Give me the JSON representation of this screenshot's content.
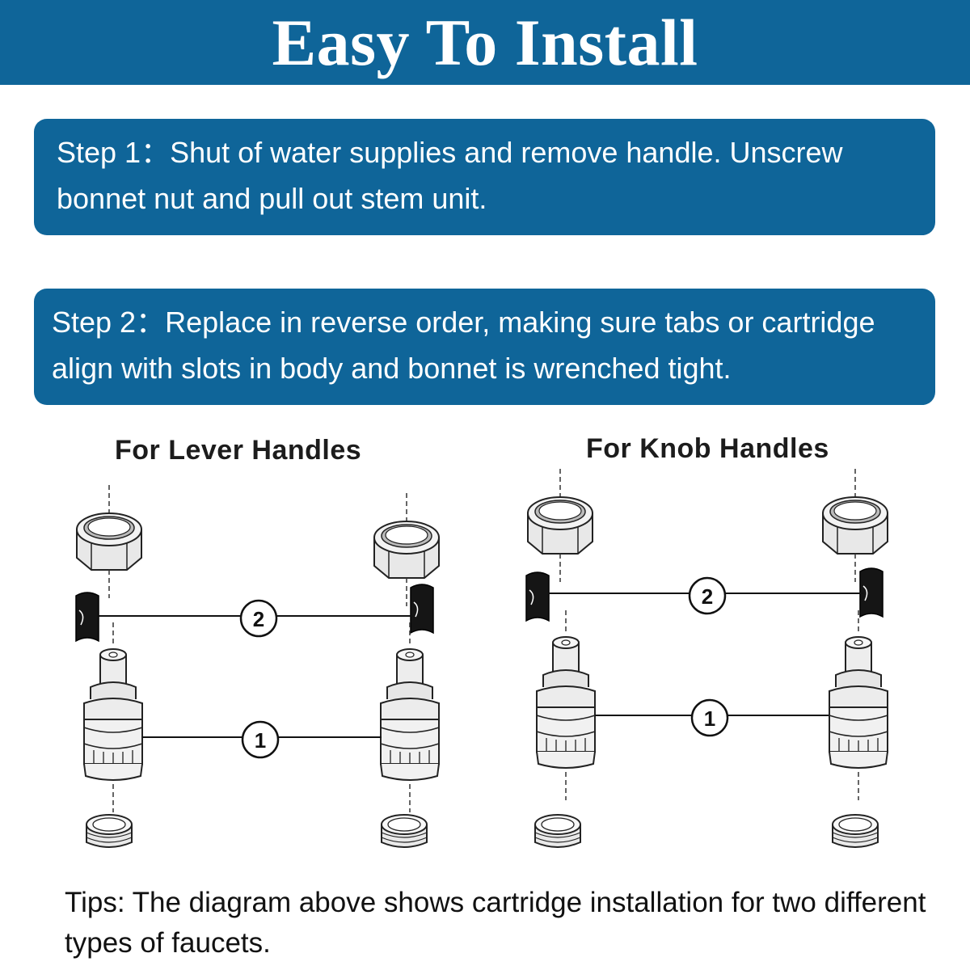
{
  "header": {
    "title": "Easy To Install"
  },
  "steps": [
    {
      "text": "Step 1：Shut of water supplies and remove handle. Unscrew bonnet nut and pull out stem unit."
    },
    {
      "text": "Step 2：Replace in reverse order, making sure tabs or cartridge align with slots in body and bonnet is wrenched tight."
    }
  ],
  "diagrams": {
    "lever": {
      "title": "For Lever Handles",
      "callout_top": "2",
      "callout_bottom": "1"
    },
    "knob": {
      "title": "For Knob Handles",
      "callout_top": "2",
      "callout_bottom": "1"
    }
  },
  "tips": "Tips: The diagram above shows cartridge installation for two different types of faucets.",
  "colors": {
    "banner": "#0f6599",
    "banner_text": "#ffffff",
    "text": "#1a1a1a"
  }
}
